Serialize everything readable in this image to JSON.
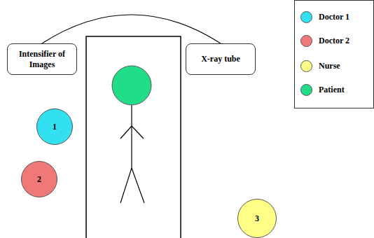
{
  "diagram": {
    "nodes": [
      {
        "text": [
          "Intensifier of Images"
        ]
      },
      {
        "text": [
          "X-ray tube"
        ]
      },
      {
        "text": [
          "1"
        ]
      },
      {
        "text": [
          "2"
        ]
      },
      {
        "text": [
          "3"
        ]
      }
    ],
    "edges": [
      {
        "from": 0,
        "to": 1,
        "arrow": "none"
      }
    ],
    "legend": [
      {
        "text": "Doctor 1",
        "color": "#33e0f0"
      },
      {
        "text": "Doctor 2",
        "color": "#f07878"
      },
      {
        "text": "Nurse",
        "color": "#ffff88"
      },
      {
        "text": "Patient",
        "color": "#22dd88"
      }
    ]
  }
}
